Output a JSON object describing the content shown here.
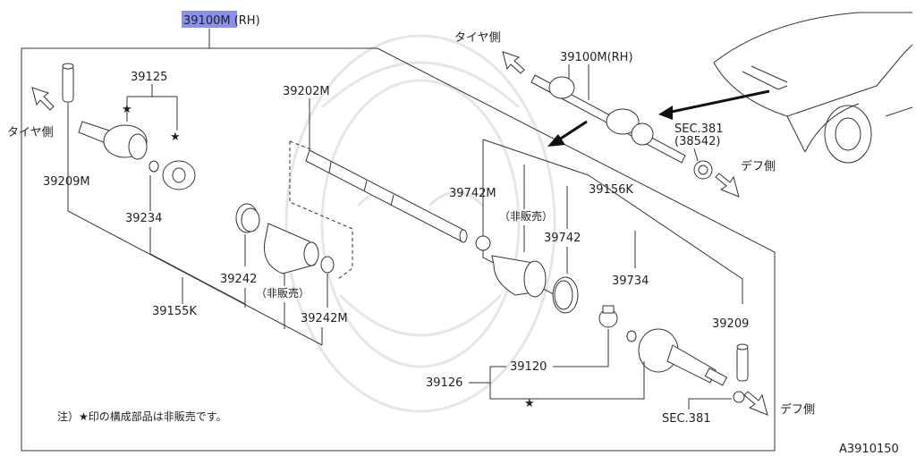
{
  "main_part_number": "39100M (RH)",
  "diagram_id": "A3910150",
  "note_text": "注）★印の構成部品は非販売です。",
  "star": "★",
  "labels": {
    "p39125": "39125",
    "p39209M": "39209M",
    "p39234": "39234",
    "p39155K": "39155K",
    "p39242": "39242",
    "hihanbai_left": "（非販売）",
    "p39242M": "39242M",
    "p39202M": "39202M",
    "p39742M": "39742M",
    "hihanbai_right": "（非販売）",
    "p39742": "39742",
    "p39156K": "39156K",
    "p39734": "39734",
    "p39209": "39209",
    "p39120": "39120",
    "p39126": "39126",
    "sec381_bottom": "SEC.381",
    "tire_side_left": "タイヤ側",
    "def_side_bottom": "デフ側",
    "tire_side_top": "タイヤ側",
    "inset_part": "39100M(RH)",
    "sec381_inset": "SEC.381",
    "p38542": "(38542)",
    "def_side_inset": "デフ側"
  },
  "colors": {
    "highlight": "#8b8fe8",
    "line": "#333333",
    "watermark": "#e6e6e6"
  },
  "icons": [
    "outline-arrow-icon",
    "solid-arrow-icon",
    "star-icon"
  ]
}
